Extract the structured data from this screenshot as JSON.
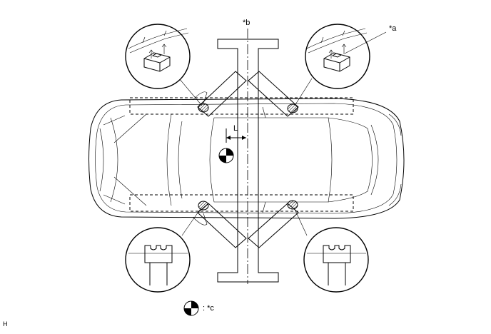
{
  "labels": {
    "a": "*a",
    "b": "*b",
    "c": ": *c",
    "dimension": "L",
    "footer": "H"
  }
}
